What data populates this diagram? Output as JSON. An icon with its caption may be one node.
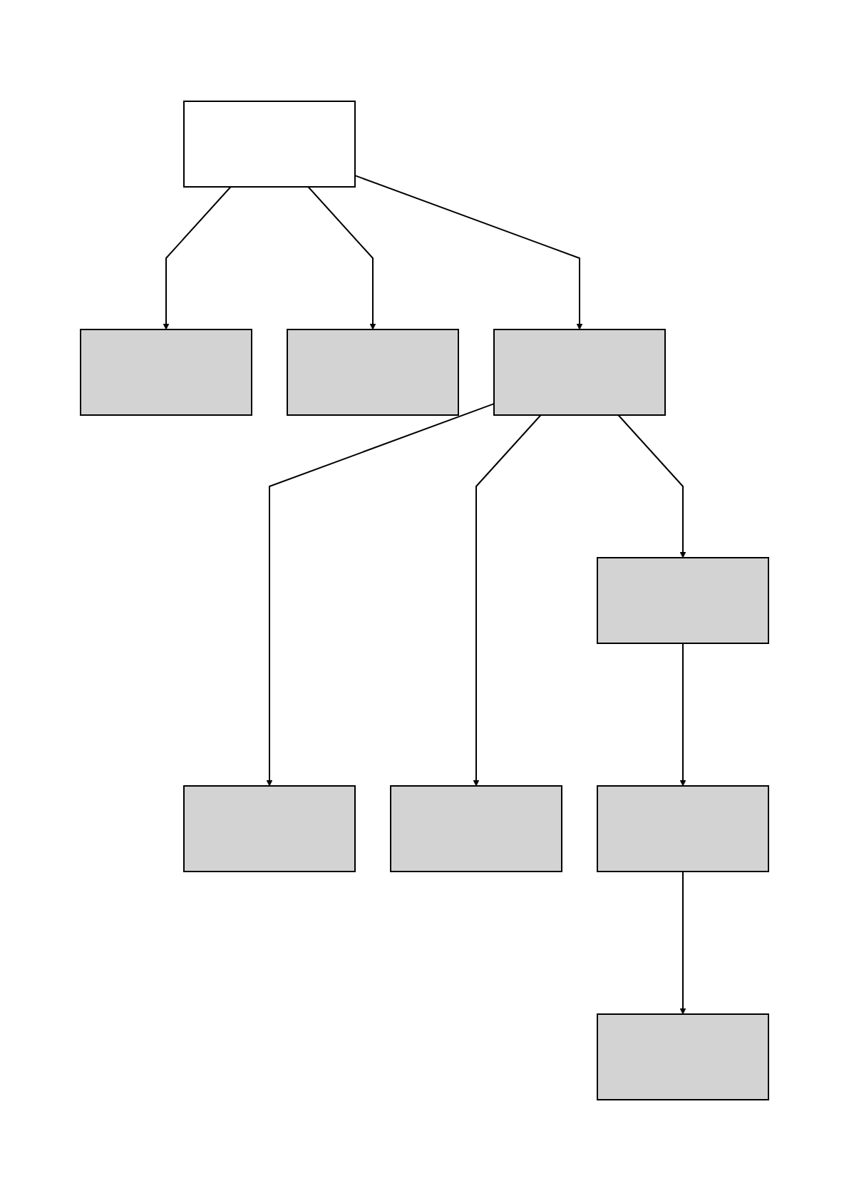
{
  "diagram": {
    "nodes": [
      {
        "text": [],
        "shape": "box"
      },
      {
        "text": [],
        "shape": "box"
      },
      {
        "text": [],
        "shape": "box"
      },
      {
        "text": [],
        "shape": "box"
      },
      {
        "text": [],
        "shape": "box"
      },
      {
        "text": [],
        "shape": "box"
      },
      {
        "text": [],
        "shape": "box"
      },
      {
        "text": [],
        "shape": "box"
      },
      {
        "text": [],
        "shape": "box"
      }
    ],
    "edges": [
      {
        "from": 0,
        "to": 1,
        "arrow": "to"
      },
      {
        "from": 0,
        "to": 2,
        "arrow": "to"
      },
      {
        "from": 0,
        "to": 3,
        "arrow": "to"
      },
      {
        "from": 3,
        "to": 4,
        "arrow": "to"
      },
      {
        "from": 3,
        "to": 5,
        "arrow": "to"
      },
      {
        "from": 3,
        "to": 6,
        "arrow": "to"
      },
      {
        "from": 4,
        "to": 7,
        "arrow": "to"
      },
      {
        "from": 7,
        "to": 8,
        "arrow": "to"
      }
    ]
  }
}
